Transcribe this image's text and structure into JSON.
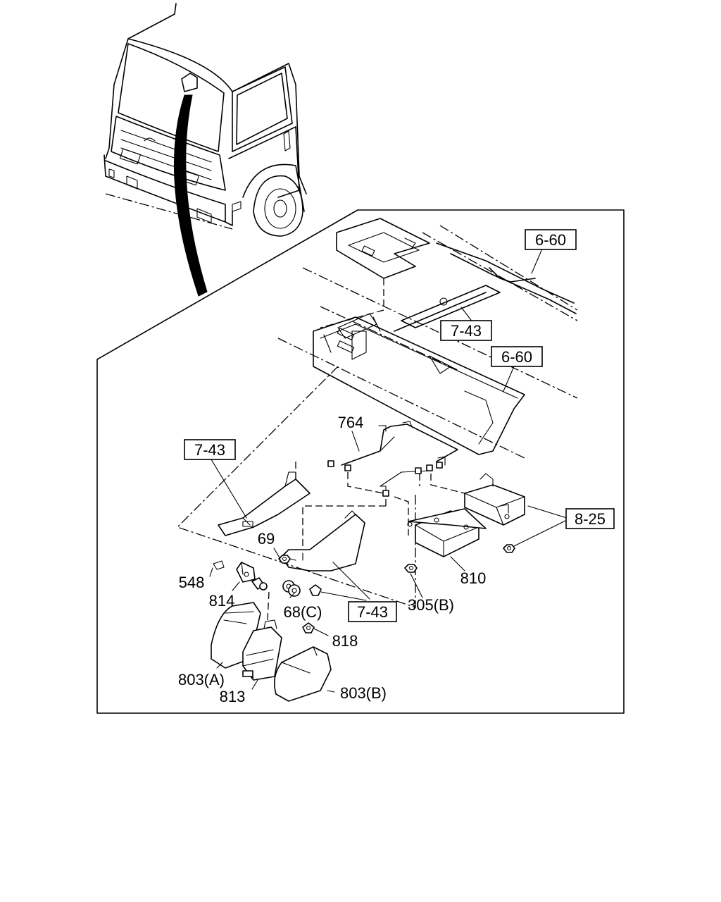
{
  "references": {
    "frame_top": "6-60",
    "crossmember": "7-43",
    "frame_mid": "6-60",
    "bracket_left": "7-43",
    "harness": "8-25",
    "bracket_bottom": "7-43"
  },
  "parts": {
    "p764": "764",
    "p69": "69",
    "p548": "548",
    "p814": "814",
    "p68c": "68(C)",
    "p305b": "305(B)",
    "p810": "810",
    "p818": "818",
    "p803a": "803(A)",
    "p813": "813",
    "p803b": "803(B)"
  }
}
